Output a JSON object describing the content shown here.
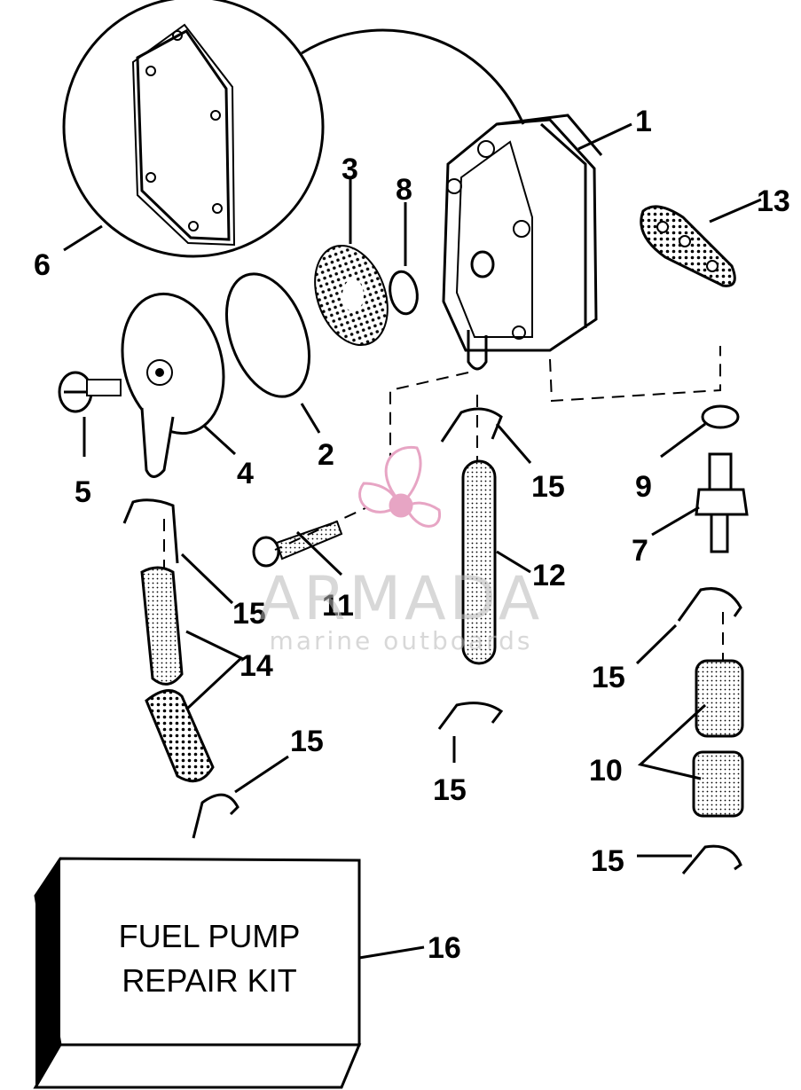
{
  "callouts": [
    {
      "id": "1",
      "text": "1"
    },
    {
      "id": "2",
      "text": "2"
    },
    {
      "id": "3",
      "text": "3"
    },
    {
      "id": "4",
      "text": "4"
    },
    {
      "id": "5",
      "text": "5"
    },
    {
      "id": "6",
      "text": "6"
    },
    {
      "id": "7",
      "text": "7"
    },
    {
      "id": "8",
      "text": "8"
    },
    {
      "id": "9",
      "text": "9"
    },
    {
      "id": "10",
      "text": "10"
    },
    {
      "id": "11",
      "text": "11"
    },
    {
      "id": "12",
      "text": "12"
    },
    {
      "id": "13",
      "text": "13"
    },
    {
      "id": "14",
      "text": "14"
    },
    {
      "id": "15",
      "text": "15"
    }
  ],
  "kit": {
    "line1": "FUEL PUMP",
    "line2": "REPAIR KIT",
    "callout": "16"
  },
  "watermark": {
    "brand": "ARMADA",
    "tagline": "marine outboards",
    "color": "#e7a5c4"
  }
}
